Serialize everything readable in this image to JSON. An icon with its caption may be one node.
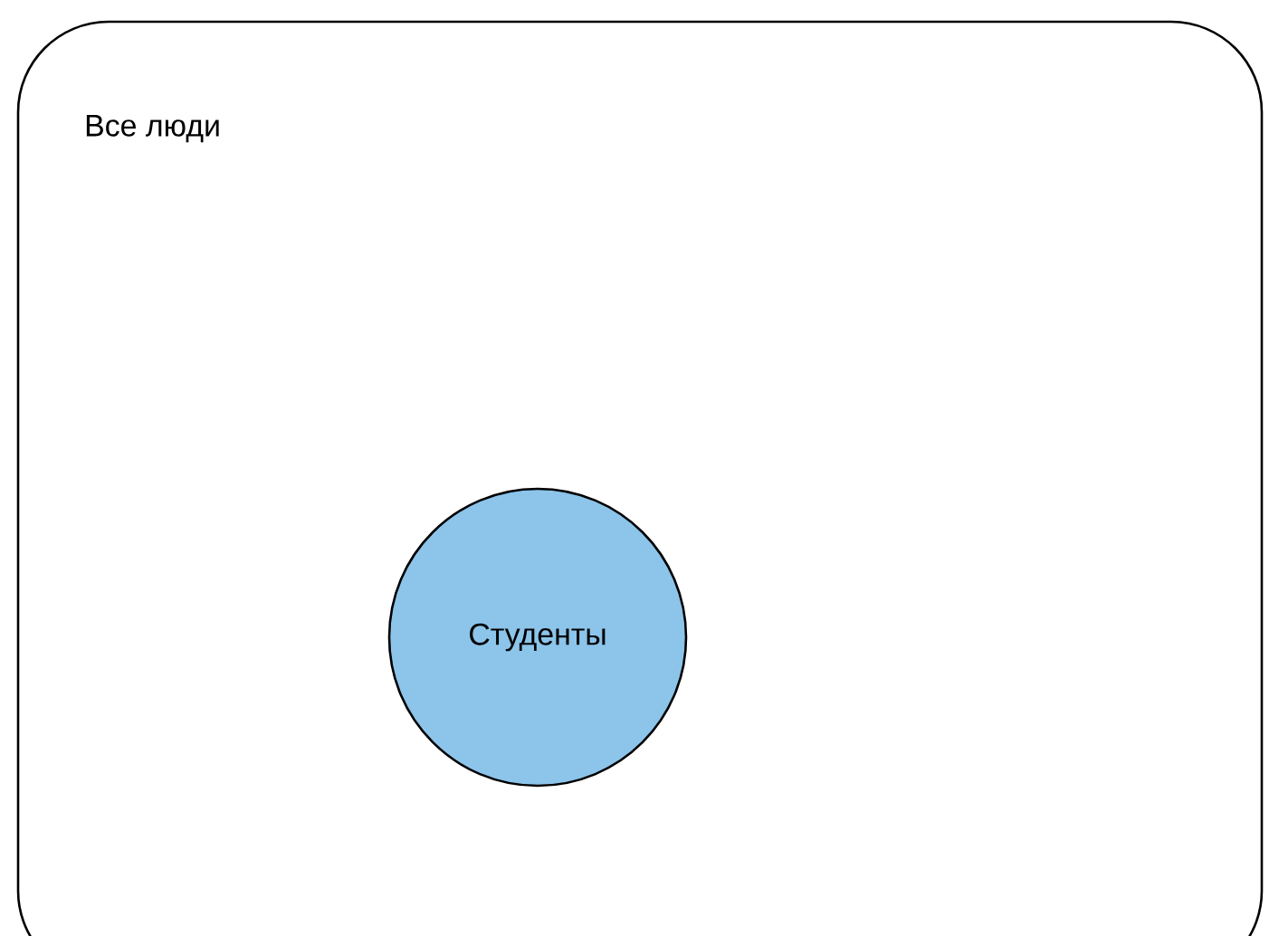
{
  "diagram": {
    "nodes": [
      {
        "text": [
          "Все люди"
        ]
      },
      {
        "text": [
          "Студенты"
        ],
        "in": 0
      }
    ]
  }
}
